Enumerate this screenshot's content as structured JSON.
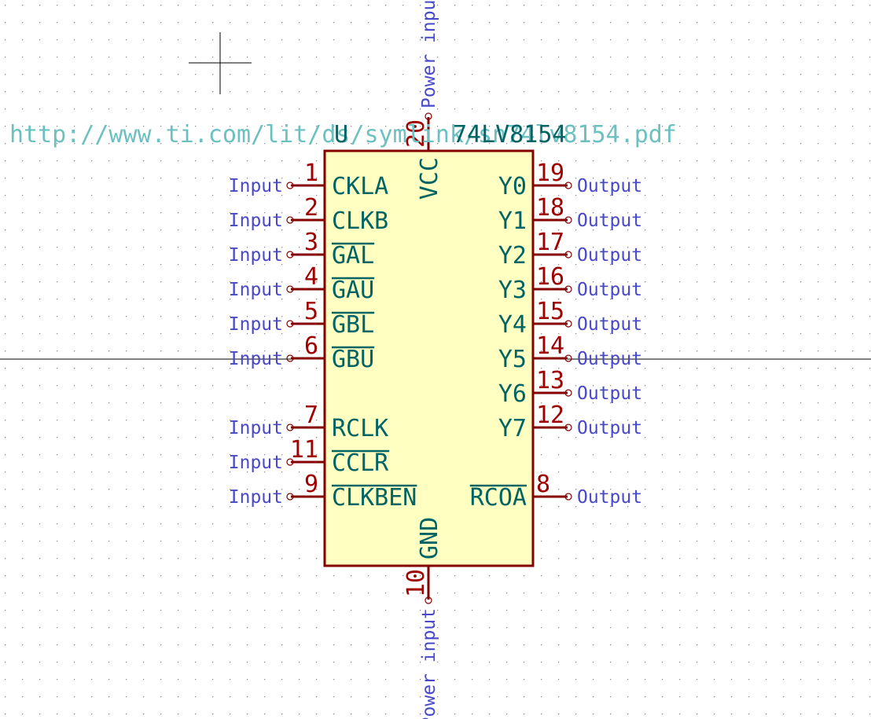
{
  "colors": {
    "background": "#ffffff",
    "grid_dot": "#8f8f8f",
    "crosshair": "#000000",
    "body_fill": "#ffffc2",
    "body_stroke": "#840000",
    "pin_line": "#840000",
    "pin_number": "#a00000",
    "pin_name": "#006464",
    "pin_type": "#4848c8",
    "url_text": "#6cc0c0",
    "ref_text": "#006464",
    "value_text": "#006464"
  },
  "symbol": {
    "reference": "U",
    "value": "74LV8154",
    "datasheet_url": "http://www.ti.com/lit/ds/symlink/sn74lv8154.pdf"
  },
  "left_pins": [
    {
      "number": "1",
      "name": "CKLA",
      "type": "Input",
      "inverted": false
    },
    {
      "number": "2",
      "name": "CLKB",
      "type": "Input",
      "inverted": false
    },
    {
      "number": "3",
      "name": "GAL",
      "type": "Input",
      "inverted": true
    },
    {
      "number": "4",
      "name": "GAU",
      "type": "Input",
      "inverted": true
    },
    {
      "number": "5",
      "name": "GBL",
      "type": "Input",
      "inverted": true
    },
    {
      "number": "6",
      "name": "GBU",
      "type": "Input",
      "inverted": true
    },
    {
      "number": "7",
      "name": "RCLK",
      "type": "Input",
      "inverted": false
    },
    {
      "number": "11",
      "name": "CCLR",
      "type": "Input",
      "inverted": true
    },
    {
      "number": "9",
      "name": "CLKBEN",
      "type": "Input",
      "inverted": true
    }
  ],
  "right_pins": [
    {
      "number": "19",
      "name": "Y0",
      "type": "Output",
      "inverted": false
    },
    {
      "number": "18",
      "name": "Y1",
      "type": "Output",
      "inverted": false
    },
    {
      "number": "17",
      "name": "Y2",
      "type": "Output",
      "inverted": false
    },
    {
      "number": "16",
      "name": "Y3",
      "type": "Output",
      "inverted": false
    },
    {
      "number": "15",
      "name": "Y4",
      "type": "Output",
      "inverted": false
    },
    {
      "number": "14",
      "name": "Y5",
      "type": "Output",
      "inverted": false
    },
    {
      "number": "13",
      "name": "Y6",
      "type": "Output",
      "inverted": false
    },
    {
      "number": "12",
      "name": "Y7",
      "type": "Output",
      "inverted": false
    },
    {
      "number": "8",
      "name": "RCOA",
      "type": "Output",
      "inverted": true
    }
  ],
  "top_pin": {
    "number": "20",
    "name": "VCC",
    "type": "Power input"
  },
  "bottom_pin": {
    "number": "10",
    "name": "GND",
    "type": "Power input"
  }
}
